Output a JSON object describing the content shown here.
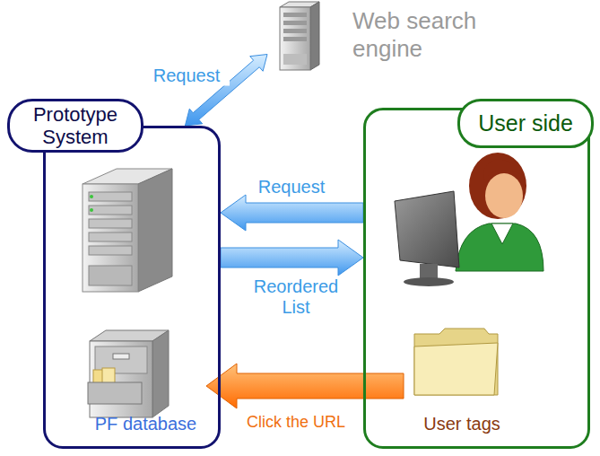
{
  "diagram": {
    "nodes": [
      {
        "text": [
          "Web search engine"
        ]
      },
      {
        "text": [
          "Prototype System"
        ]
      },
      {
        "text": [
          "PF database"
        ],
        "in": 1
      },
      {
        "text": [
          "User side"
        ]
      },
      {
        "text": [
          "User tags"
        ],
        "in": 3
      }
    ],
    "edges": [
      {
        "from": 1,
        "to": 0,
        "label": "Request",
        "arrow": "both"
      },
      {
        "from": 3,
        "to": 1,
        "label": "Request",
        "arrow": "to"
      },
      {
        "from": 1,
        "to": 3,
        "label": "Reordered List",
        "arrow": "to"
      },
      {
        "from": 4,
        "to": 2,
        "label": "Click the URL",
        "arrow": "to"
      }
    ]
  }
}
